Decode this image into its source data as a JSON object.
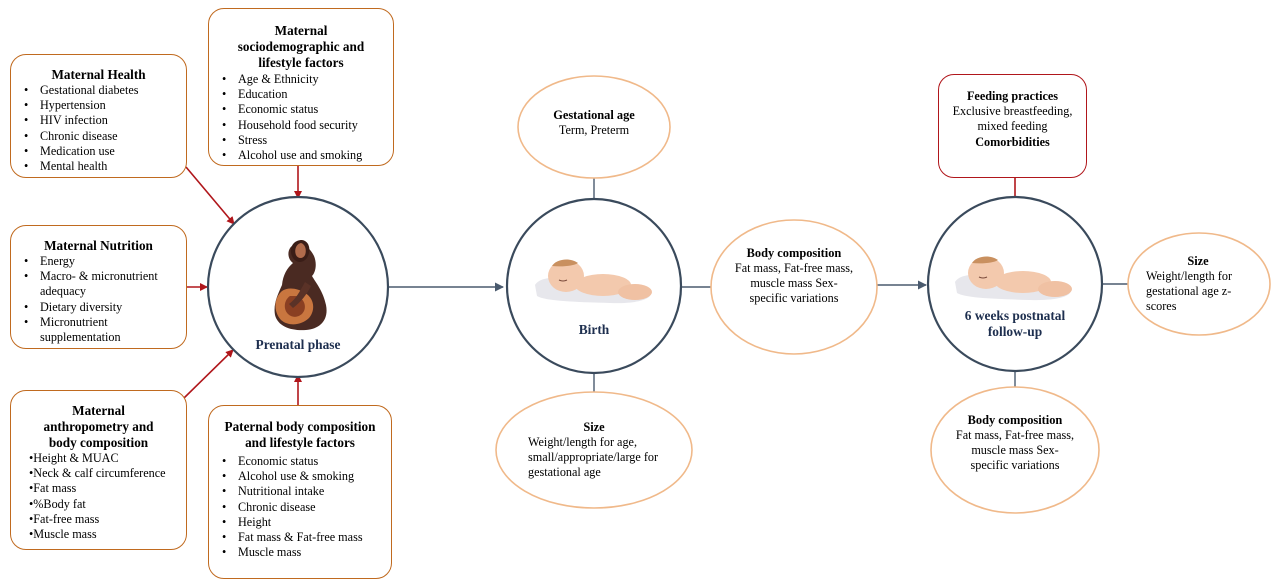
{
  "maternal_health": {
    "title": "Maternal Health",
    "items": [
      "Gestational diabetes",
      "Hypertension",
      "HIV infection",
      "Chronic disease",
      "Medication use",
      "Mental health"
    ]
  },
  "maternal_sociodemographic": {
    "title": "Maternal sociodemographic  and lifestyle factors",
    "items": [
      "Age & Ethnicity",
      "Education",
      "Economic status",
      "Household food security",
      "Stress",
      "Alcohol use and smoking"
    ]
  },
  "maternal_nutrition": {
    "title": "Maternal Nutrition",
    "items": [
      "Energy",
      "Macro- & micronutrient adequacy",
      "Dietary diversity",
      "Micronutrient supplementation"
    ]
  },
  "maternal_anthropometry": {
    "title": "Maternal anthropometry and body composition",
    "items": [
      "Height & MUAC",
      "Neck & calf circumference",
      "Fat mass",
      "%Body fat",
      "Fat-free mass",
      "Muscle mass"
    ]
  },
  "paternal": {
    "title": "Paternal body composition and lifestyle factors",
    "items": [
      "Economic status",
      "Alcohol use & smoking",
      "Nutritional intake",
      "Chronic disease",
      "Height",
      "Fat mass & Fat-free mass",
      "Muscle mass"
    ]
  },
  "prenatal_phase": {
    "label": "Prenatal phase"
  },
  "birth": {
    "label": "Birth"
  },
  "postnatal": {
    "label": "6 weeks postnatal follow-up"
  },
  "gestational_age": {
    "title": "Gestational age",
    "text": "Term, Preterm"
  },
  "birth_size": {
    "title": "Size",
    "text": "Weight/length for age, small/appropriate/large for gestational age"
  },
  "birth_body_composition": {
    "title": "Body composition",
    "text": "Fat mass, Fat-free mass, muscle mass Sex-specific variations"
  },
  "feeding": {
    "title": "Feeding practices",
    "text": "Exclusive breastfeeding, mixed feeding",
    "title2": "Comorbidities"
  },
  "postnatal_size": {
    "title": "Size",
    "text": "Weight/length for gestational age z-scores"
  },
  "postnatal_body_composition": {
    "title": "Body composition",
    "text": "Fat mass, Fat-free mass, muscle mass Sex-specific variations"
  },
  "colors": {
    "box_border": "#c06a1f",
    "red_border": "#b0161b",
    "red_arrow": "#b0161b",
    "circle_stroke": "#3a4a5c",
    "ellipse_stroke": "#f0b98a",
    "label_blue": "#1e2f4f"
  }
}
